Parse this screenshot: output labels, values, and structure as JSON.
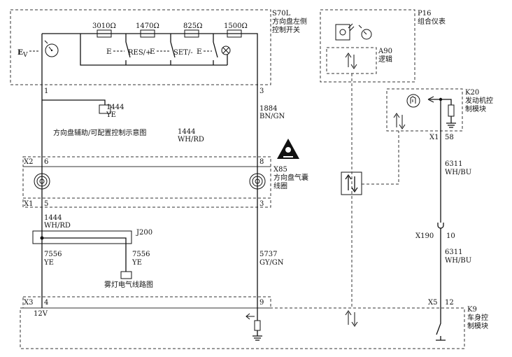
{
  "modules": {
    "s70l": {
      "code": "S70L",
      "line1": "方向盘左侧",
      "line2": "控制开关"
    },
    "p16": {
      "code": "P16",
      "line1": "组合仪表"
    },
    "a90": {
      "code": "A90",
      "line1": "逻辑"
    },
    "k20": {
      "code": "K20",
      "line1": "发动机控",
      "line2": "制模块"
    },
    "x85": {
      "code": "X85",
      "line1": "方向盘气囊",
      "line2": "线圈"
    },
    "j200": {
      "code": "J200"
    },
    "k9": {
      "code": "K9",
      "line1": "车身控",
      "line2": "制模块"
    }
  },
  "resistors": [
    "3010Ω",
    "1470Ω",
    "825Ω",
    "1500Ω"
  ],
  "switches": [
    "RES/+",
    "SET/-"
  ],
  "connectors": {
    "x1": "X1",
    "x2": "X2",
    "x3": "X3",
    "x5": "X5",
    "x190": "X190",
    "k20_x1": "X1"
  },
  "pins": {
    "s70l_1": "1",
    "s70l_3": "3",
    "x2_6": "6",
    "x2_8": "8",
    "x1_5": "5",
    "x1_3": "3",
    "x3_4": "4",
    "x3_9": "9",
    "k20_58": "58",
    "x190_10": "10",
    "x5_12": "12"
  },
  "wires": {
    "w1444_ye_num": "1444",
    "w1444_ye_col": "YE",
    "w1444_whrd_num": "1444",
    "w1444_whrd_col": "WH/RD",
    "w1884_num": "1884",
    "w1884_col": "BN/GN",
    "w1444b_num": "1444",
    "w1444b_col": "WH/RD",
    "w7556a_num": "7556",
    "w7556a_col": "YE",
    "w7556b_num": "7556",
    "w7556b_col": "YE",
    "w5737_num": "5737",
    "w5737_col": "GY/GN",
    "w6311a_num": "6311",
    "w6311a_col": "WH/BU",
    "w6311b_num": "6311",
    "w6311b_col": "WH/BU"
  },
  "refs": {
    "steering_aux": "方向盘辅助/可配置控制示意图",
    "fog_lamp": "雾灯电气线路图"
  },
  "voltage": "12V",
  "icons": [
    "cruise-indicator-icon",
    "speedometer-icon",
    "airbag-warning-icon",
    "engine-icon",
    "lamp-icon",
    "ground-icon",
    "bidirectional-arrows-icon"
  ]
}
